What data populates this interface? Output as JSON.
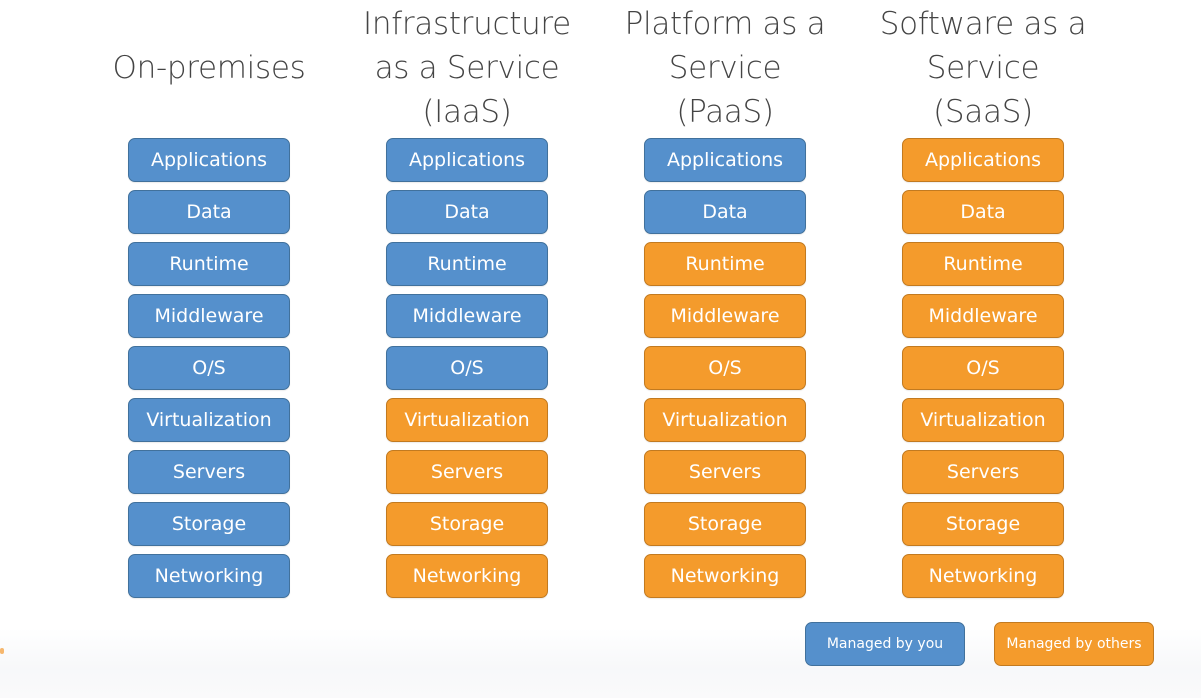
{
  "colors": {
    "managed_by_you": "#5590cc",
    "managed_by_others": "#f49b2c",
    "heading_text": "#444444"
  },
  "columns": [
    {
      "id": "on-premises",
      "heading_lines": [
        "On-premises"
      ],
      "layers": [
        {
          "label": "Applications",
          "managed_by": "you"
        },
        {
          "label": "Data",
          "managed_by": "you"
        },
        {
          "label": "Runtime",
          "managed_by": "you"
        },
        {
          "label": "Middleware",
          "managed_by": "you"
        },
        {
          "label": "O/S",
          "managed_by": "you"
        },
        {
          "label": "Virtualization",
          "managed_by": "you"
        },
        {
          "label": "Servers",
          "managed_by": "you"
        },
        {
          "label": "Storage",
          "managed_by": "you"
        },
        {
          "label": "Networking",
          "managed_by": "you"
        }
      ]
    },
    {
      "id": "iaas",
      "heading_lines": [
        "Infrastructure",
        "as a Service",
        "(IaaS)"
      ],
      "layers": [
        {
          "label": "Applications",
          "managed_by": "you"
        },
        {
          "label": "Data",
          "managed_by": "you"
        },
        {
          "label": "Runtime",
          "managed_by": "you"
        },
        {
          "label": "Middleware",
          "managed_by": "you"
        },
        {
          "label": "O/S",
          "managed_by": "you"
        },
        {
          "label": "Virtualization",
          "managed_by": "others"
        },
        {
          "label": "Servers",
          "managed_by": "others"
        },
        {
          "label": "Storage",
          "managed_by": "others"
        },
        {
          "label": "Networking",
          "managed_by": "others"
        }
      ]
    },
    {
      "id": "paas",
      "heading_lines": [
        "Platform as a",
        "Service",
        "(PaaS)"
      ],
      "layers": [
        {
          "label": "Applications",
          "managed_by": "you"
        },
        {
          "label": "Data",
          "managed_by": "you"
        },
        {
          "label": "Runtime",
          "managed_by": "others"
        },
        {
          "label": "Middleware",
          "managed_by": "others"
        },
        {
          "label": "O/S",
          "managed_by": "others"
        },
        {
          "label": "Virtualization",
          "managed_by": "others"
        },
        {
          "label": "Servers",
          "managed_by": "others"
        },
        {
          "label": "Storage",
          "managed_by": "others"
        },
        {
          "label": "Networking",
          "managed_by": "others"
        }
      ]
    },
    {
      "id": "saas",
      "heading_lines": [
        "Software as a",
        "Service",
        "(SaaS)"
      ],
      "layers": [
        {
          "label": "Applications",
          "managed_by": "others"
        },
        {
          "label": "Data",
          "managed_by": "others"
        },
        {
          "label": "Runtime",
          "managed_by": "others"
        },
        {
          "label": "Middleware",
          "managed_by": "others"
        },
        {
          "label": "O/S",
          "managed_by": "others"
        },
        {
          "label": "Virtualization",
          "managed_by": "others"
        },
        {
          "label": "Servers",
          "managed_by": "others"
        },
        {
          "label": "Storage",
          "managed_by": "others"
        },
        {
          "label": "Networking",
          "managed_by": "others"
        }
      ]
    }
  ],
  "legend": {
    "you": "Managed by you",
    "others": "Managed by others"
  }
}
